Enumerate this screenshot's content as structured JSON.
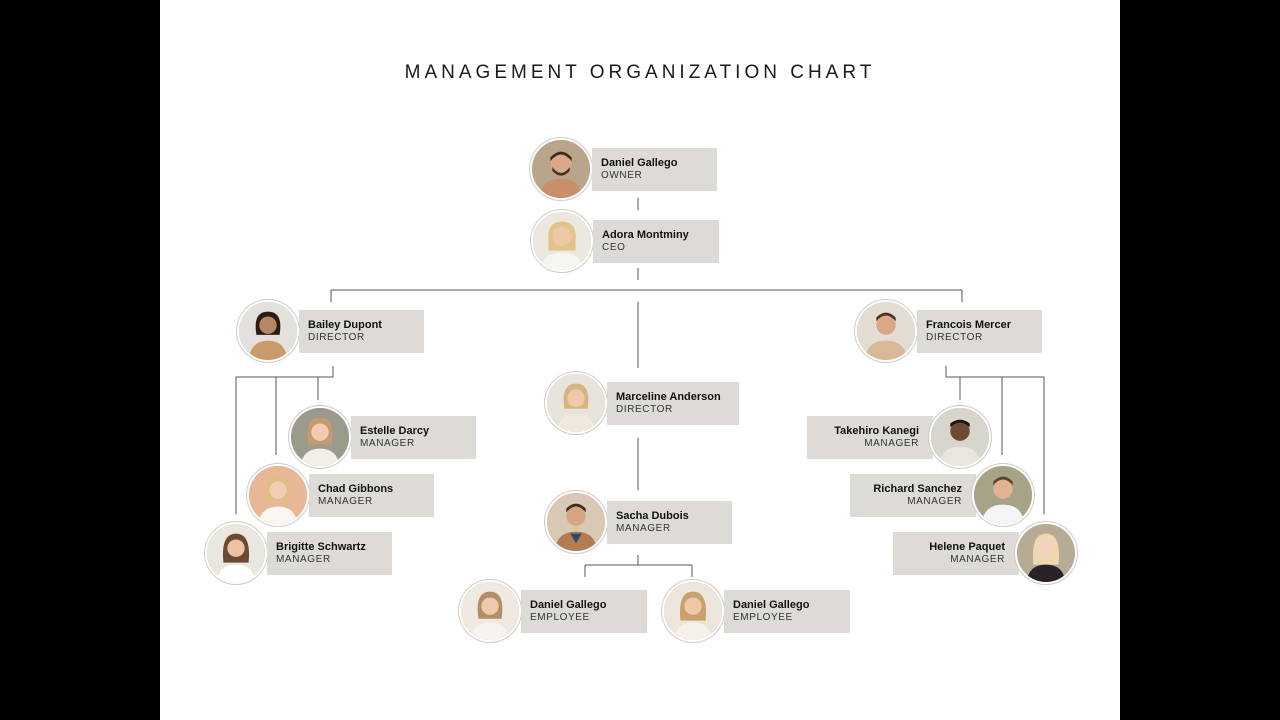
{
  "title": "MANAGEMENT ORGANIZATION CHART",
  "colors": {
    "background": "#ffffff",
    "frame": "#000000",
    "card": "#dedbd6",
    "connector": "#555555"
  },
  "people": {
    "owner": {
      "name": "Daniel Gallego",
      "role": "OWNER"
    },
    "ceo": {
      "name": "Adora Montminy",
      "role": "CEO"
    },
    "bailey": {
      "name": "Bailey Dupont",
      "role": "DIRECTOR"
    },
    "marceline": {
      "name": "Marceline Anderson",
      "role": "DIRECTOR"
    },
    "francois": {
      "name": "Francois Mercer",
      "role": "DIRECTOR"
    },
    "estelle": {
      "name": "Estelle Darcy",
      "role": "MANAGER"
    },
    "chad": {
      "name": "Chad Gibbons",
      "role": "MANAGER"
    },
    "brigitte": {
      "name": "Brigitte Schwartz",
      "role": "MANAGER"
    },
    "sacha": {
      "name": "Sacha Dubois",
      "role": "MANAGER"
    },
    "takehiro": {
      "name": "Takehiro Kanegi",
      "role": "MANAGER"
    },
    "richard": {
      "name": "Richard Sanchez",
      "role": "MANAGER"
    },
    "helene": {
      "name": "Helene Paquet",
      "role": "MANAGER"
    },
    "employee1": {
      "name": "Daniel Gallego",
      "role": "EMPLOYEE"
    },
    "employee2": {
      "name": "Daniel Gallego",
      "role": "EMPLOYEE"
    }
  }
}
